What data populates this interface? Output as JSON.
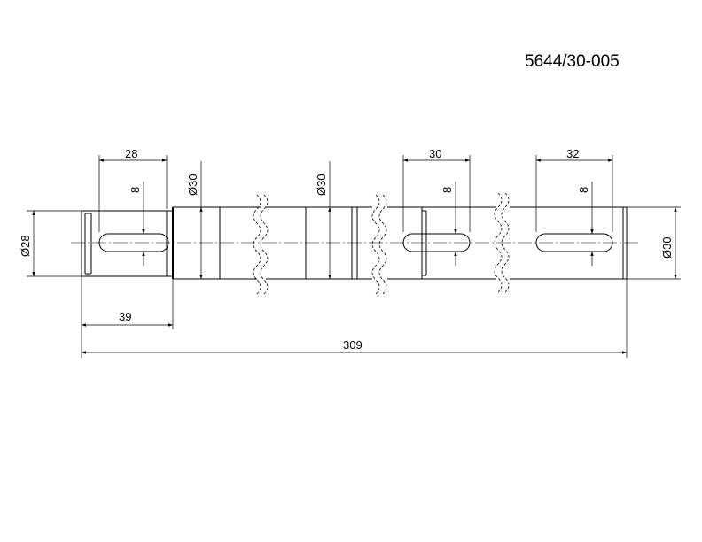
{
  "title": "5644/30-005",
  "dimensions": {
    "key1_length": "28",
    "key1_width": "8",
    "journal_dia_left": "Ø28",
    "mid_dia_1": "Ø30",
    "mid_dia_2": "Ø30",
    "key2_length": "30",
    "key2_width": "8",
    "key3_length": "32",
    "key3_width": "8",
    "end_dia_right": "Ø30",
    "shoulder_length": "39",
    "overall_length": "309"
  }
}
